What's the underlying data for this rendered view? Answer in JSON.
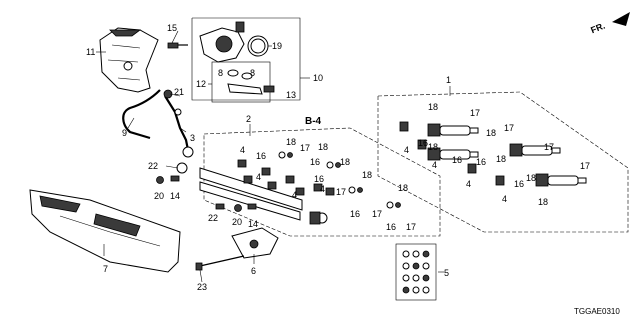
{
  "diagram_code": "TGGAE0310",
  "direction_label": "FR.",
  "reference": "B-4",
  "callouts": {
    "c1": "1",
    "c2": "2",
    "c3": "3",
    "c4": "4",
    "c5": "5",
    "c6": "6",
    "c7": "7",
    "c8": "8",
    "c9": "9",
    "c10": "10",
    "c11": "11",
    "c12": "12",
    "c13": "13",
    "c14": "14",
    "c15": "15",
    "c16": "16",
    "c17": "17",
    "c18": "18",
    "c19": "19",
    "c20": "20",
    "c21": "21",
    "c22": "22",
    "c23": "23"
  },
  "icons": [
    "arrow-icon",
    "fuel-pump-part",
    "fuel-injector-part",
    "o-ring-part",
    "bolt-part",
    "clip-part",
    "engine-cover-part",
    "fuel-rail-part"
  ]
}
